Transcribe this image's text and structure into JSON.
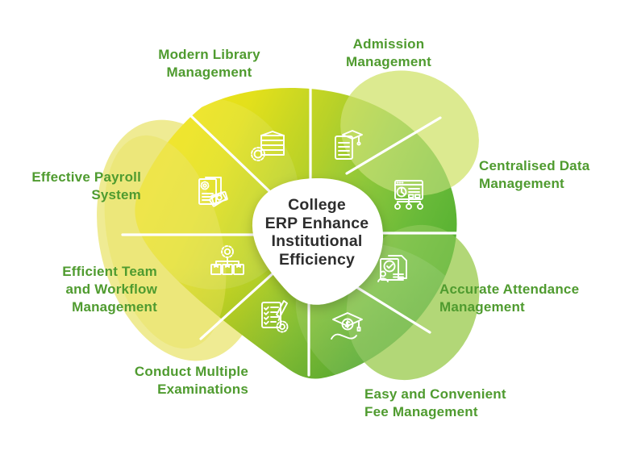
{
  "title": {
    "lines": [
      "College",
      "ERP Enhance",
      "Institutional",
      "Efficiency"
    ]
  },
  "segments": [
    {
      "id": "modern-library",
      "label_lines": [
        "Modern Library",
        "Management"
      ],
      "icon": "book-stack-gear-icon"
    },
    {
      "id": "admission",
      "label_lines": [
        "Admission",
        "Management"
      ],
      "icon": "document-graduation-cap-icon"
    },
    {
      "id": "centralised-data",
      "label_lines": [
        "Centralised Data",
        "Management"
      ],
      "icon": "dashboard-hierarchy-icon"
    },
    {
      "id": "accurate-attendance",
      "label_lines": [
        "Accurate Attendance",
        "Management"
      ],
      "icon": "attendance-sheet-person-icon"
    },
    {
      "id": "fee-management",
      "label_lines": [
        "Easy and Convenient",
        "Fee Management"
      ],
      "icon": "hand-graduation-cap-dollar-icon"
    },
    {
      "id": "examinations",
      "label_lines": [
        "Conduct Multiple",
        "Examinations"
      ],
      "icon": "checklist-pencil-gear-icon"
    },
    {
      "id": "team-workflow",
      "label_lines": [
        "Efficient Team",
        "and Workflow",
        "Management"
      ],
      "icon": "gear-boxes-hierarchy-icon"
    },
    {
      "id": "payroll",
      "label_lines": [
        "Effective Payroll",
        "System"
      ],
      "icon": "document-gear-banknotes-icon"
    }
  ],
  "colors": {
    "label_green": "#4f9b2f",
    "title_text": "#2d2d2d",
    "blob_yellow": "#f4e416",
    "blob_green": "#4fae2e",
    "pale_yellow": "#efeb93",
    "mid_yellow": "#e8e35e",
    "pale_green": "#dcea90",
    "light_green": "#b2d877",
    "divider_white": "#ffffff",
    "center_bg": "#ffffff"
  }
}
